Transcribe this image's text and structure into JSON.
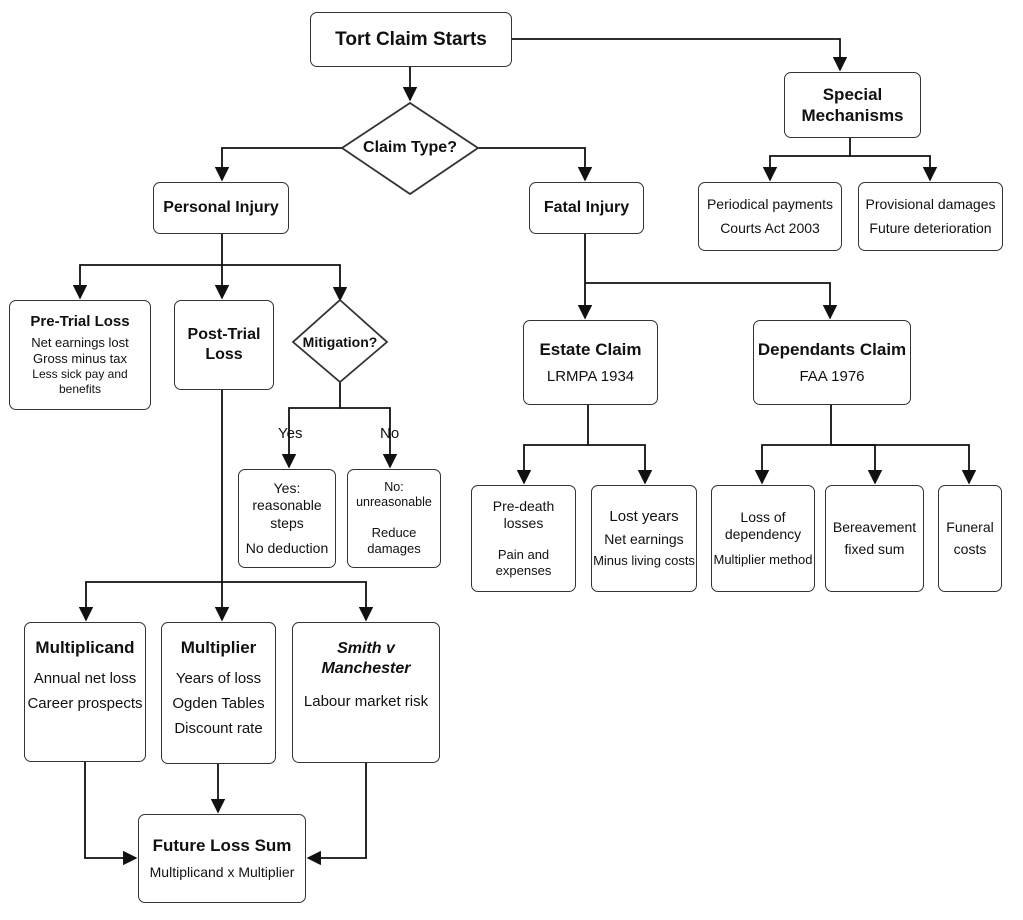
{
  "root": {
    "title": "Tort Claim Starts"
  },
  "claim_type": {
    "label": "Claim Type?"
  },
  "special": {
    "title_line1": "Special",
    "title_line2": "Mechanisms",
    "periodical": {
      "line1": "Periodical payments",
      "line2": "Courts Act 2003"
    },
    "provisional": {
      "line1": "Provisional damages",
      "line2": "Future deterioration"
    }
  },
  "personal_injury": {
    "title": "Personal Injury"
  },
  "fatal_injury": {
    "title": "Fatal Injury"
  },
  "pre_trial": {
    "title": "Pre-Trial Loss",
    "line1": "Net earnings lost",
    "line2": "Gross minus tax",
    "line3": "Less sick pay and benefits"
  },
  "post_trial": {
    "title_line1": "Post-Trial",
    "title_line2": "Loss"
  },
  "mitigation": {
    "label": "Mitigation?",
    "yes_label": "Yes",
    "no_label": "No",
    "yes_box": {
      "line1": "Yes: reasonable",
      "line2": "steps",
      "line3": "No deduction"
    },
    "no_box": {
      "line1": "No: unreasonable",
      "line2": "Reduce damages"
    }
  },
  "estate": {
    "title": "Estate Claim",
    "sub": "LRMPA 1934"
  },
  "dependants": {
    "title": "Dependants Claim",
    "sub": "FAA 1976"
  },
  "pre_death": {
    "line1": "Pre-death losses",
    "line2": "Pain and expenses"
  },
  "lost_years": {
    "line1": "Lost years",
    "line2": "Net earnings",
    "line3": "Minus living costs"
  },
  "loss_dependency": {
    "line1": "Loss of",
    "line2": "dependency",
    "line3": "Multiplier method"
  },
  "bereavement": {
    "line1": "Bereavement",
    "line2": "fixed sum"
  },
  "funeral": {
    "line1": "Funeral",
    "line2": "costs"
  },
  "multiplicand": {
    "title": "Multiplicand",
    "line1": "Annual net loss",
    "line2": "Career prospects"
  },
  "multiplier": {
    "title": "Multiplier",
    "line1": "Years of loss",
    "line2": "Ogden Tables",
    "line3": "Discount rate"
  },
  "smith": {
    "title": "Smith v Manchester",
    "line1": "Labour market risk"
  },
  "future_loss": {
    "title": "Future Loss Sum",
    "line1": "Multiplicand x Multiplier"
  }
}
